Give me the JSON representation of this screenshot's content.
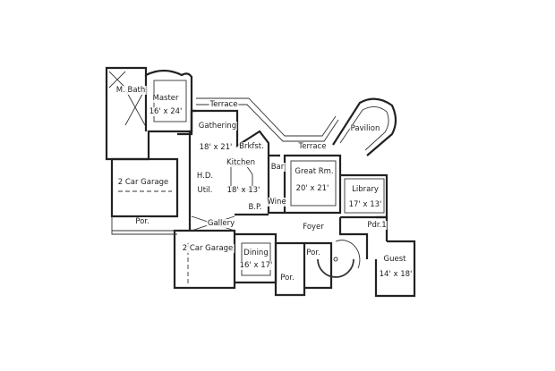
{
  "rooms": {
    "m_bath": "M. Bath",
    "master": "Master",
    "master_size": "16' x 24'",
    "terrace_top": "Terrace",
    "gathering": "Gathering",
    "gathering_size": "18' x 21'",
    "brkfst": "Brkfst.",
    "kitchen": "Kitchen",
    "kitchen_size": "18' x 13'",
    "hd": "H.D.",
    "util": "Util.",
    "garage_left": "2 Car Garage",
    "por_left": "Por.",
    "gallery": "Gallery",
    "bp": "B.P.",
    "bar": "Bar",
    "wine": "Wine",
    "great_rm": "Great Rm.",
    "great_rm_size": "20' x 21'",
    "terrace_mid": "Terrace",
    "pavilion": "Pavilion",
    "library": "Library",
    "library_size": "17' x 13'",
    "foyer": "Foyer",
    "pdr": "Pdr.1",
    "por_front": "Por.",
    "guest": "Guest",
    "guest_size": "14' x 18'",
    "garage_bottom": "2 Car Garage",
    "dining": "Dining",
    "dining_size": "16' x 17'",
    "por_bottom": "Por."
  }
}
